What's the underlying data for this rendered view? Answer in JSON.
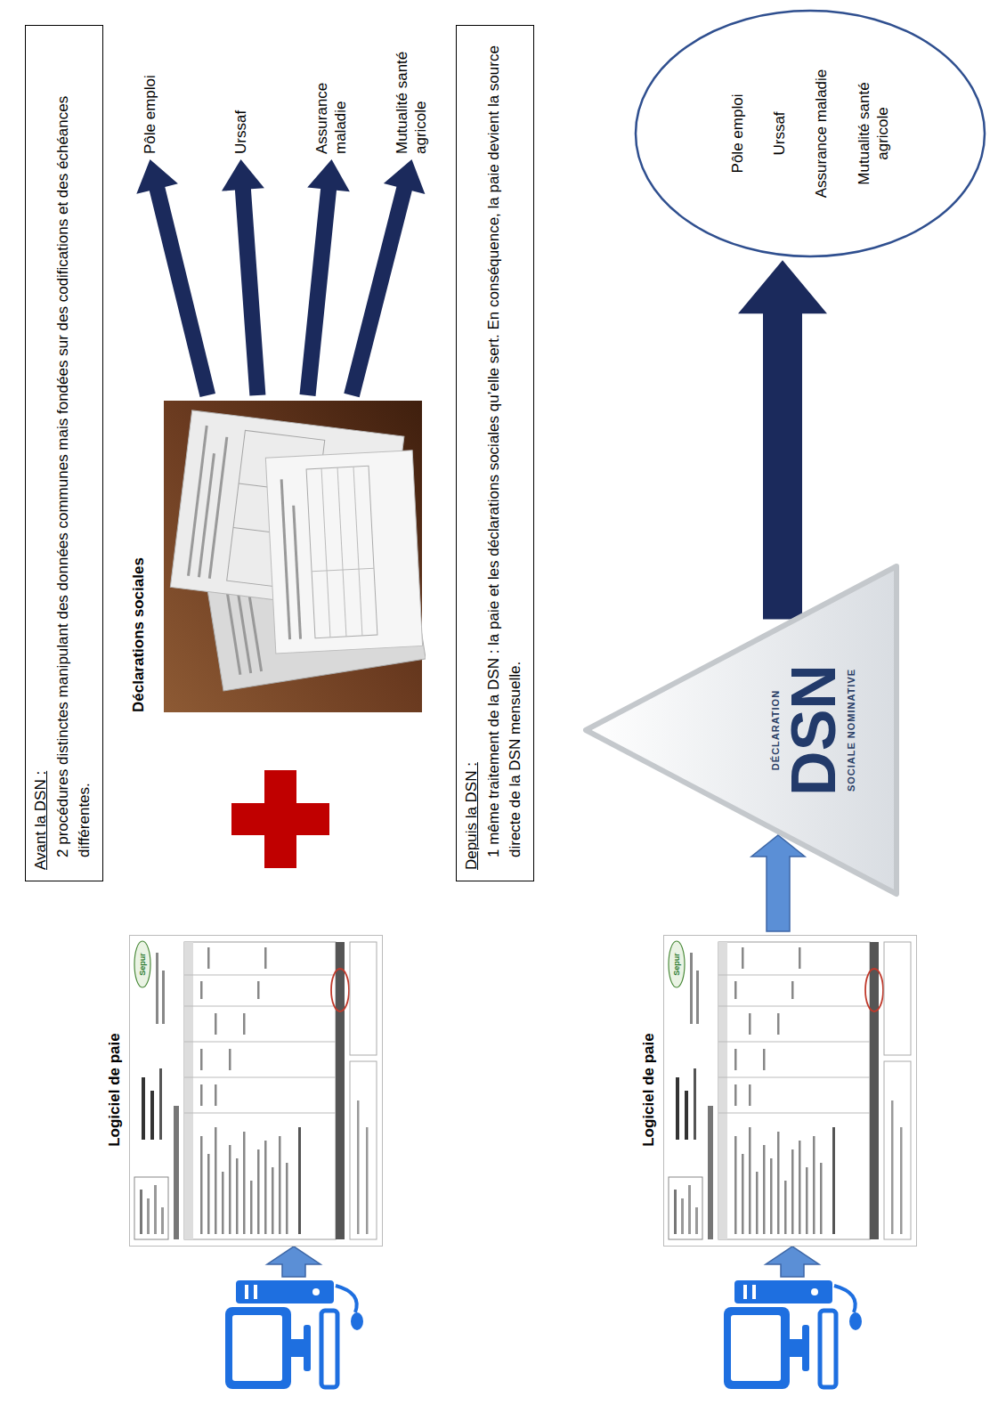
{
  "diagram": {
    "nodes": [
      {
        "text": [
          "Avant la DSN :",
          "2 procédures distinctes manipulant des données communes mais fondées sur des codifications et des échéances différentes."
        ]
      },
      {
        "text": [
          "Logiciel de paie"
        ]
      },
      {
        "text": [
          "Déclarations sociales"
        ]
      },
      {
        "text": [
          "Pôle emploi"
        ]
      },
      {
        "text": [
          "Urssaf"
        ]
      },
      {
        "text": [
          "Assurance maladie"
        ]
      },
      {
        "text": [
          "Mutualité santé agricole"
        ]
      },
      {
        "text": [
          "Depuis la DSN :",
          "1 même traitement de la DSN : la paie et les déclarations sociales qu’elle sert. En conséquence, la paie devient la source directe de la DSN mensuelle."
        ]
      },
      {
        "text": [
          "Logiciel de paie"
        ]
      },
      {
        "text": [
          "DÉCLARATION",
          "DSN",
          "SOCIALE NOMINATIVE"
        ]
      },
      {
        "text": [
          "Pôle emploi",
          "Urssaf",
          "Assurance maladie",
          "Mutualité santé agricole"
        ]
      }
    ],
    "edges": [
      {
        "from": 2,
        "to": 3,
        "arrow": "to"
      },
      {
        "from": 2,
        "to": 4,
        "arrow": "to"
      },
      {
        "from": 2,
        "to": 5,
        "arrow": "to"
      },
      {
        "from": 2,
        "to": 6,
        "arrow": "to"
      },
      {
        "from": 8,
        "to": 9,
        "arrow": "to"
      },
      {
        "from": 9,
        "to": 10,
        "arrow": "to"
      }
    ],
    "labels": [
      "Sepur",
      "Sepur"
    ]
  }
}
